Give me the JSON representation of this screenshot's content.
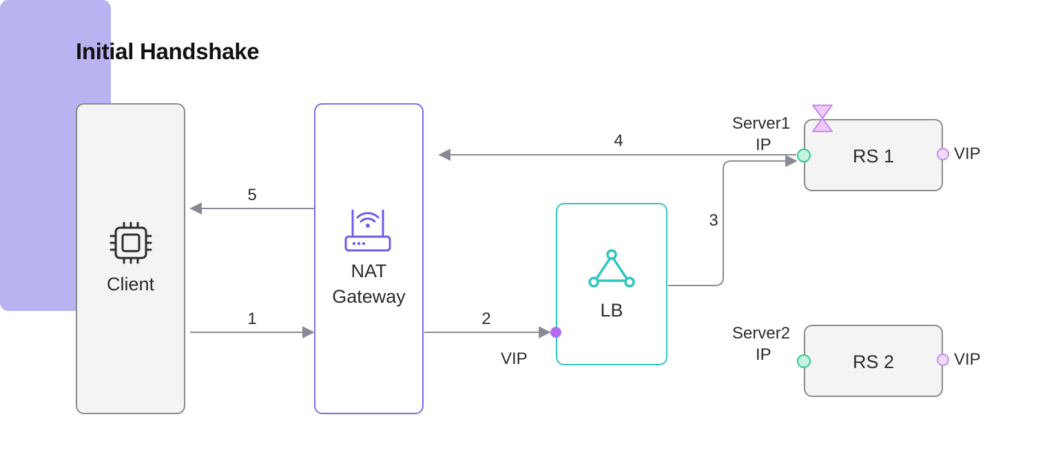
{
  "title": "Initial Handshake",
  "nodes": {
    "client": {
      "label": "Client",
      "icon": "cpu-chip-icon"
    },
    "nat": {
      "label_line1": "NAT",
      "label_line2": "Gateway",
      "icon": "wifi-router-icon"
    },
    "lb": {
      "label": "LB",
      "icon": "load-balancer-icon",
      "port_label": "VIP"
    },
    "rs1": {
      "label": "RS 1",
      "ip_label_line1": "Server1",
      "ip_label_line2": "IP",
      "vip_label": "VIP"
    },
    "rs2": {
      "label": "RS 2",
      "ip_label_line1": "Server2",
      "ip_label_line2": "IP",
      "vip_label": "VIP"
    }
  },
  "arrows": {
    "step1": "1",
    "step2": "2",
    "step3": "3",
    "step4": "4",
    "step5": "5"
  },
  "colors": {
    "nat_accent": "#7a6cf0",
    "lb_accent": "#2fc4c0",
    "server_port": "#2ec98f",
    "vip_port": "#c58af0",
    "arrow": "#8a8a96"
  }
}
